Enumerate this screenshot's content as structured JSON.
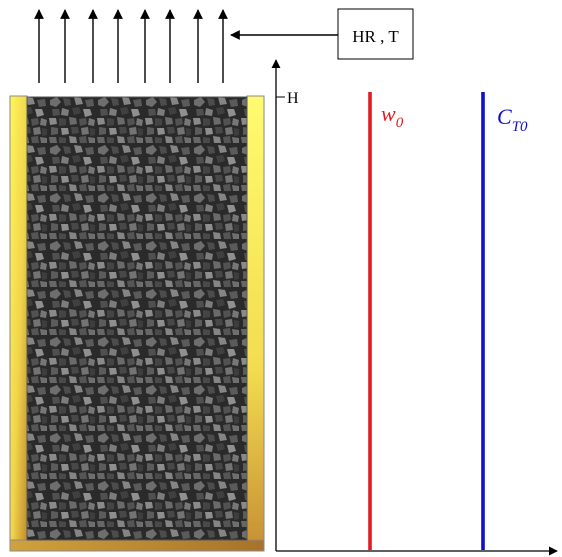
{
  "inlet_box": {
    "label": "HR , T"
  },
  "axis": {
    "height_label": "H"
  },
  "profiles": [
    {
      "symbol": "w",
      "subscript": "0",
      "color": "#e01b22"
    },
    {
      "symbol": "C",
      "subscript": "T0",
      "color": "#1010c8"
    }
  ],
  "colors": {
    "wall_light": "#fff65a",
    "wall_dark": "#c08a2e",
    "bed_dark": "#262626",
    "bed_light": "#7a7a7a",
    "line": "#000000"
  },
  "icons": {
    "airflow": "upward-arrow",
    "feed": "left-arrow"
  }
}
